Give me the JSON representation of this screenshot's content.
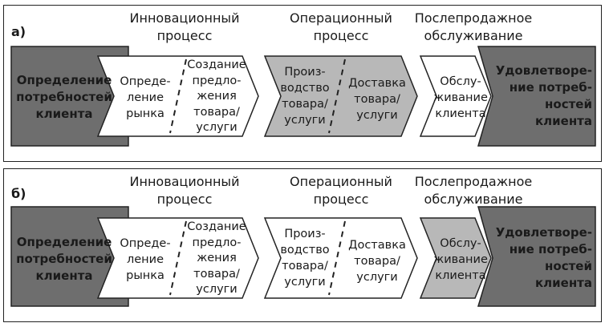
{
  "headers": {
    "innovation": "Инновационный\nпроцесс",
    "operational": "Операционный\nпроцесс",
    "after_sales": "Послепродажное\nобслуживание"
  },
  "rows": [
    {
      "label": "а)",
      "stage_left": "Определение\nпотребностей\nклиента",
      "market": "Опреде-\nление\nрынка",
      "create": "Создание\nпредло-\nжения\nтовара/\nуслуги",
      "produce": "Произ-\nводство\nтовара/\nуслуги",
      "deliver": "Доставка\nтовара/\nуслуги",
      "service": "Обслу-\nживание\nклиента",
      "stage_right": "Удовлетворе-\nние потреб-\nностей\nклиента"
    },
    {
      "label": "б)",
      "stage_left": "Определение\nпотребностей\nклиента",
      "market": "Опреде-\nление\nрынка",
      "create": "Создание\nпредло-\nжения\nтовара/\nуслуги",
      "produce": "Произ-\nводство\nтовара/\nуслуги",
      "deliver": "Доставка\nтовара/\nуслуги",
      "service": "Обслу-\nживание\nклиента",
      "stage_right": "Удовлетворе-\nние потреб-\nностей\nклиента"
    }
  ],
  "colors": {
    "dark_block": "#6e6e6e",
    "medium_block": "#b8b8b8",
    "light_block": "#ffffff",
    "outline": "#222222"
  }
}
